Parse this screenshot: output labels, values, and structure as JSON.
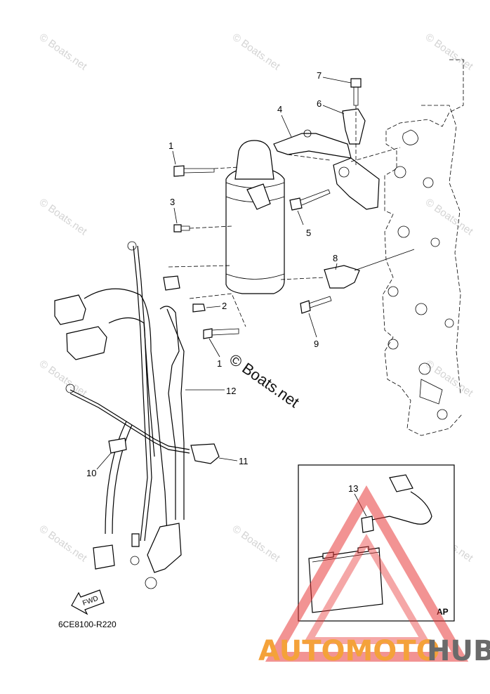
{
  "diagram": {
    "callouts": [
      "1",
      "2",
      "3",
      "4",
      "5",
      "6",
      "7",
      "8",
      "9",
      "1",
      "10",
      "11",
      "12",
      "13"
    ],
    "drawing_code": "6CE8100-R220",
    "inset_label": "AP",
    "fwd_label": "FWD",
    "watermark": "© Boats.net",
    "logo": {
      "part1": "AUTOMOTO",
      "part2": "HUB",
      "colors": {
        "primary": "#f4a23a",
        "secondary": "#6a6a6a",
        "triangle": "#e83b3b"
      }
    }
  }
}
